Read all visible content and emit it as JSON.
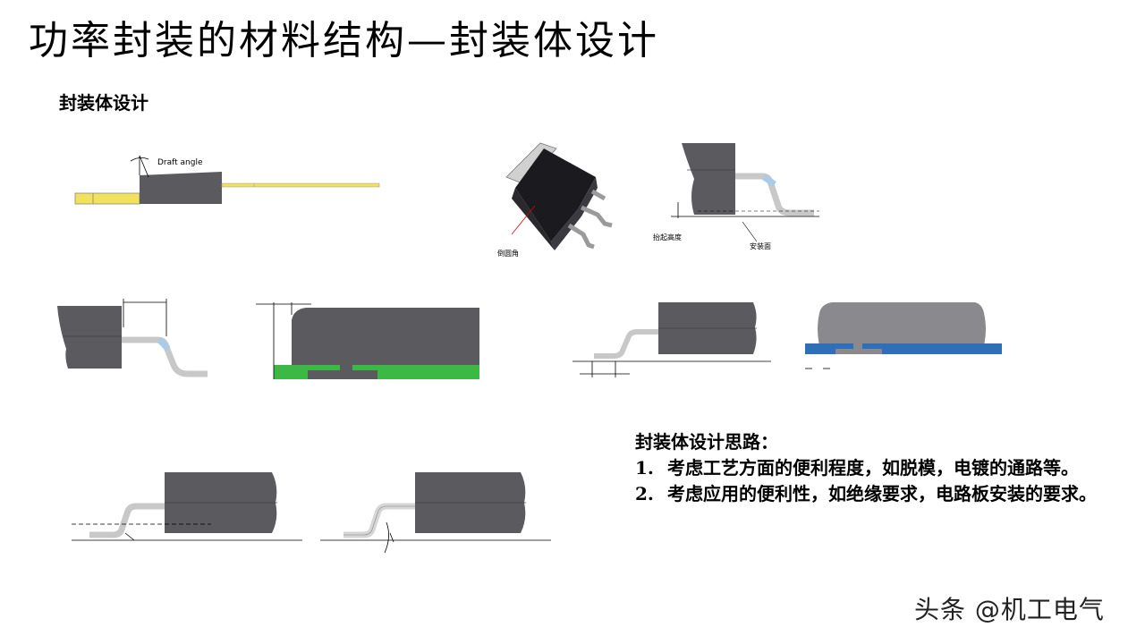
{
  "slide": {
    "title": "功率封装的材料结构—封装体设计",
    "subtitle": "封装体设计"
  },
  "figures": {
    "draft_angle_label": "Draft angle",
    "chamfer_label": "倒圆角",
    "standoff_label": "抬起高度",
    "mount_plane_label": "安装面"
  },
  "notes": {
    "heading": "封装体设计思路：",
    "items": [
      {
        "num": "1.",
        "text": "考虑工艺方面的便利程度，如脱模，电镀的通路等。"
      },
      {
        "num": "2.",
        "text": "考虑应用的便利性，如绝缘要求，电路板安装的要求。"
      }
    ]
  },
  "watermark": "头条 @机工电气",
  "colors": {
    "body": "#5a5a5f",
    "lead_yellow": "#f2e15a",
    "pcb_green": "#3cb944",
    "pcb_blue": "#2f6fb8",
    "lead_gray": "#c8c8c8"
  }
}
